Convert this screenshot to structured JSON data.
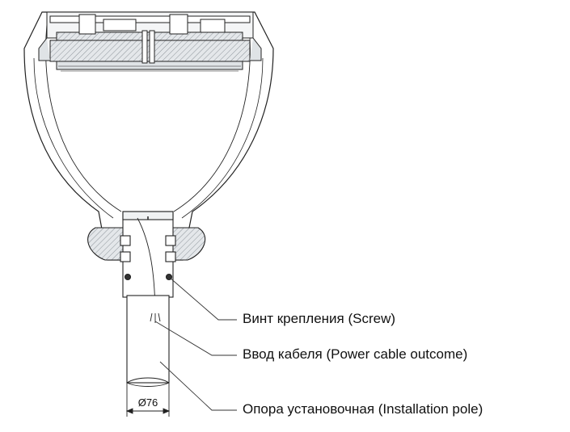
{
  "callouts": {
    "screw": "Винт крепления (Screw)",
    "cable": "Ввод кабеля (Power cable outcome)",
    "pole": "Опора установочная (Installation pole)"
  },
  "dimensions": {
    "pole_diameter": "Ø76"
  },
  "colors": {
    "line": "#222222",
    "hatch": "#9aa0a6",
    "fill_light": "#dfe3e6",
    "fill_dark": "#b8bec3"
  }
}
